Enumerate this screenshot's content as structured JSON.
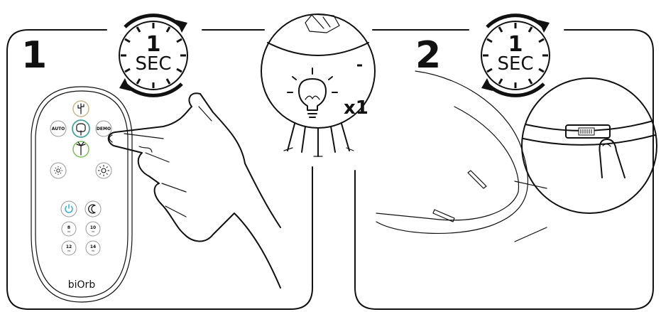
{
  "steps": [
    {
      "number": "1",
      "timer_value": "1",
      "timer_unit": "SEC"
    },
    {
      "number": "2",
      "timer_value": "1",
      "timer_unit": "SEC"
    }
  ],
  "light": {
    "multiplier": "x1"
  },
  "remote": {
    "brand": "biOrb",
    "buttons": {
      "auto": "AUTO",
      "demo": "DEMO",
      "h8": "8",
      "h10": "10",
      "h12": "12",
      "h14": "14",
      "hr_unit": "HR"
    }
  },
  "colors": {
    "line": "#111111",
    "background": "#ffffff",
    "accent_blue": "#2ba8d8"
  },
  "icons": [
    "power-icon",
    "moon-icon",
    "sun-icon",
    "cactus-icon",
    "tree-icon",
    "palm-icon",
    "bulb-icon",
    "clockwise-arrow-icon"
  ]
}
